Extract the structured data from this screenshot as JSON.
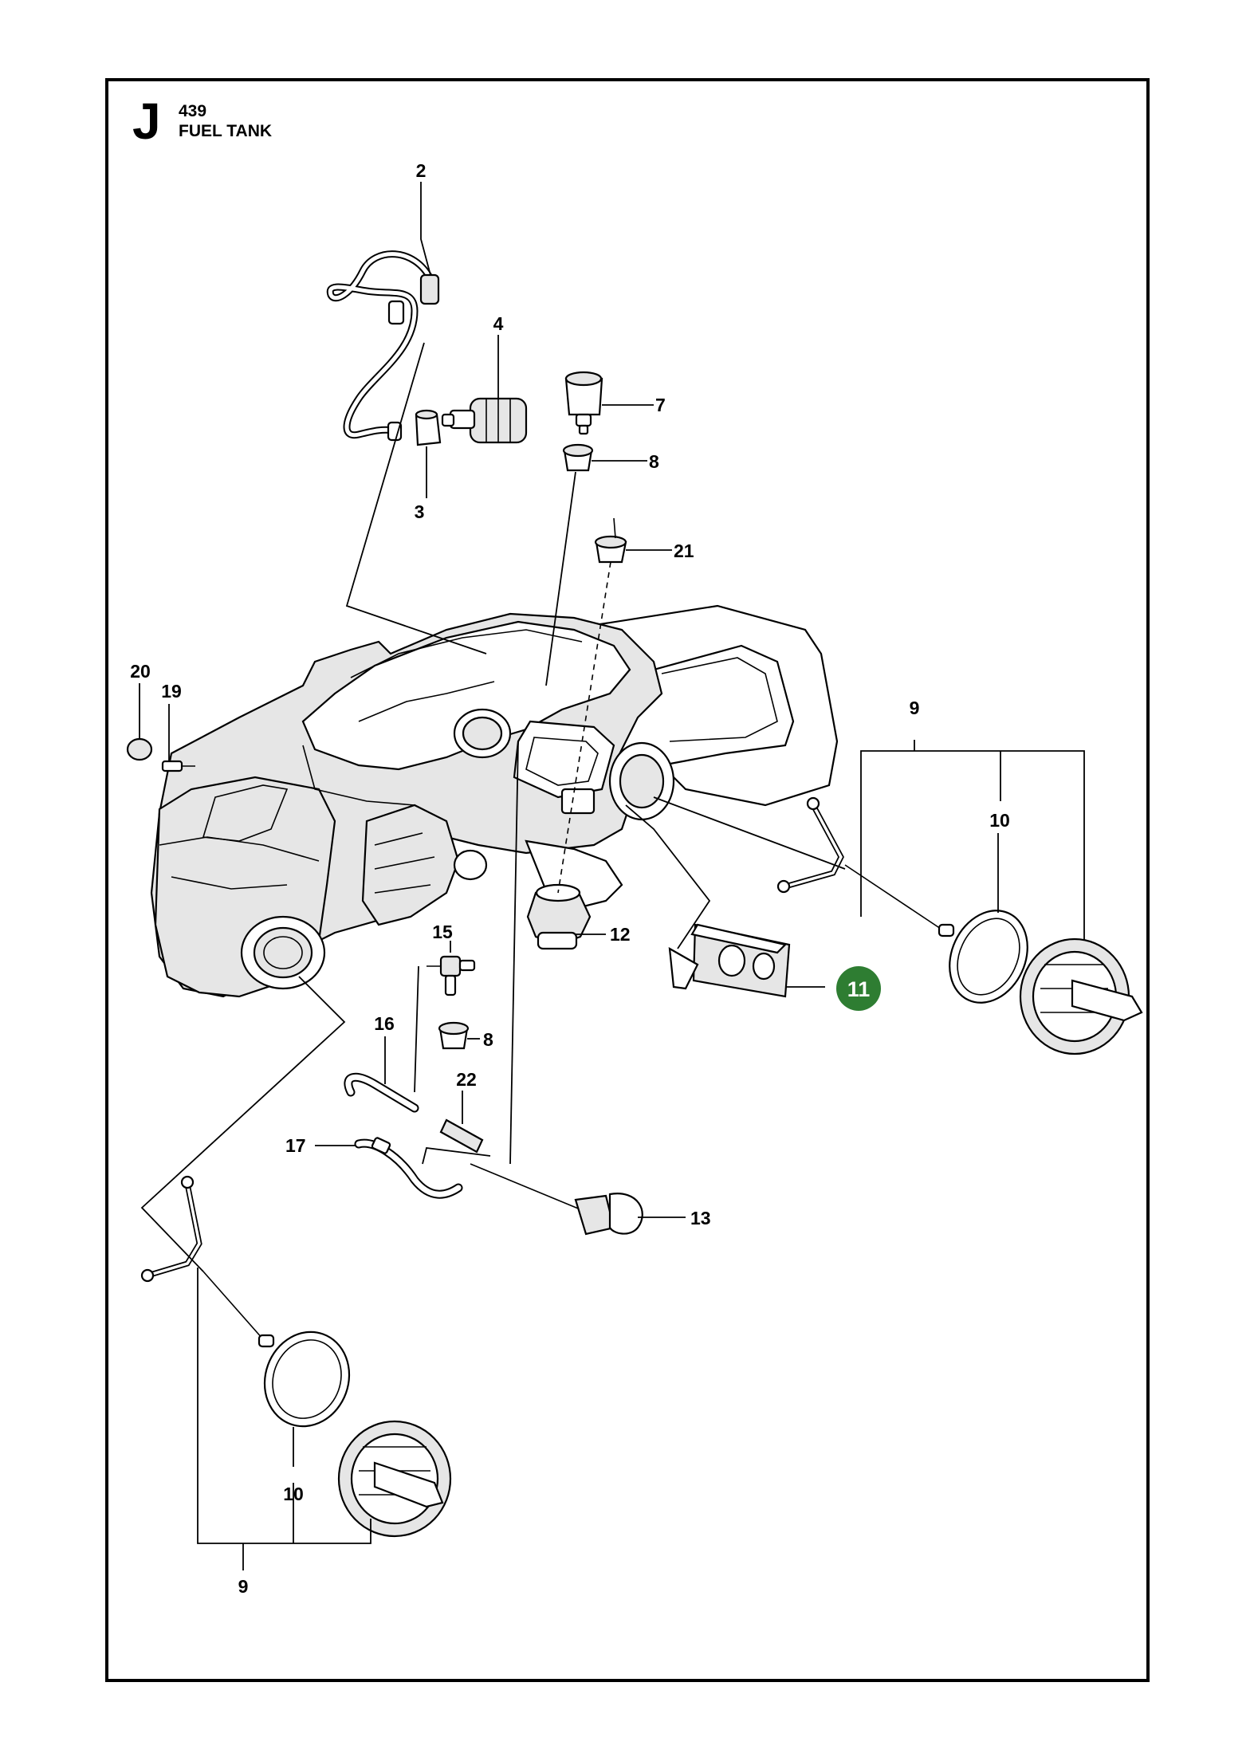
{
  "header": {
    "section_letter": "J",
    "model": "439",
    "title": "FUEL TANK"
  },
  "callouts": [
    {
      "id": "c-2",
      "label": "2"
    },
    {
      "id": "c-4",
      "label": "4"
    },
    {
      "id": "c-3",
      "label": "3"
    },
    {
      "id": "c-7",
      "label": "7"
    },
    {
      "id": "c-8a",
      "label": "8"
    },
    {
      "id": "c-21",
      "label": "21"
    },
    {
      "id": "c-20",
      "label": "20"
    },
    {
      "id": "c-19",
      "label": "19"
    },
    {
      "id": "c-9a",
      "label": "9"
    },
    {
      "id": "c-10a",
      "label": "10"
    },
    {
      "id": "c-12",
      "label": "12"
    },
    {
      "id": "c-15",
      "label": "15"
    },
    {
      "id": "c-16",
      "label": "16"
    },
    {
      "id": "c-8b",
      "label": "8"
    },
    {
      "id": "c-22",
      "label": "22"
    },
    {
      "id": "c-17",
      "label": "17"
    },
    {
      "id": "c-13",
      "label": "13"
    },
    {
      "id": "c-10b",
      "label": "10"
    },
    {
      "id": "c-9b",
      "label": "9"
    }
  ],
  "highlight": {
    "label": "11",
    "color": "#2e7d32"
  }
}
